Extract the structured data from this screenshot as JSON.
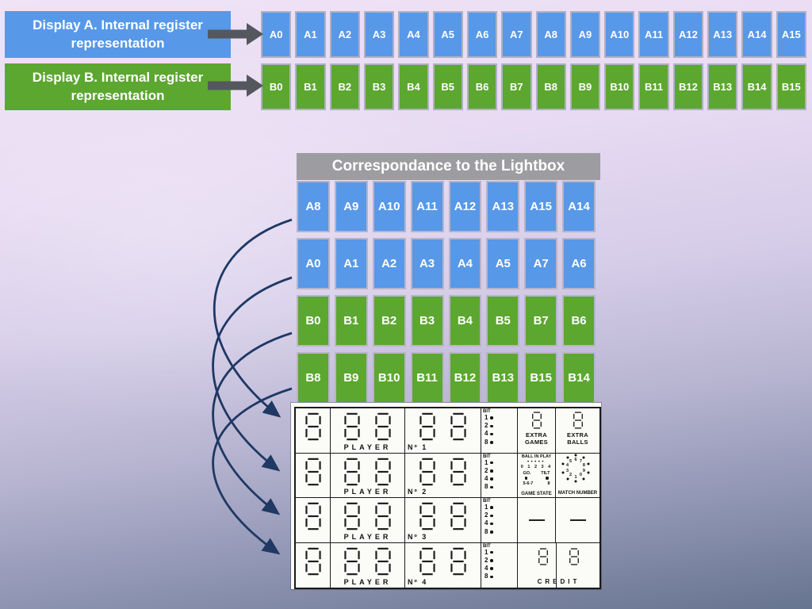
{
  "colors": {
    "blue": "#5798e8",
    "green": "#5ca72f",
    "header_gray": "#9d9da1",
    "arrow_gray": "#54585e",
    "arrow_navy": "#1f3864"
  },
  "displays": {
    "a": {
      "label": "Display A. Internal register representation",
      "cells": [
        "A0",
        "A1",
        "A2",
        "A3",
        "A4",
        "A5",
        "A6",
        "A7",
        "A8",
        "A9",
        "A10",
        "A11",
        "A12",
        "A13",
        "A14",
        "A15"
      ]
    },
    "b": {
      "label": "Display B. Internal register representation",
      "cells": [
        "B0",
        "B1",
        "B2",
        "B3",
        "B4",
        "B5",
        "B6",
        "B7",
        "B8",
        "B9",
        "B10",
        "B11",
        "B12",
        "B13",
        "B14",
        "B15"
      ]
    }
  },
  "correspondence": {
    "title": "Correspondance to the Lightbox",
    "rows": [
      {
        "color": "blue",
        "cells": [
          "A8",
          "A9",
          "A10",
          "A11",
          "A12",
          "A13",
          "A15",
          "A14"
        ]
      },
      {
        "color": "blue",
        "cells": [
          "A0",
          "A1",
          "A2",
          "A3",
          "A4",
          "A5",
          "A7",
          "A6"
        ]
      },
      {
        "color": "green",
        "cells": [
          "B0",
          "B1",
          "B2",
          "B3",
          "B4",
          "B5",
          "B7",
          "B6"
        ]
      },
      {
        "color": "green",
        "cells": [
          "B8",
          "B9",
          "B10",
          "B11",
          "B12",
          "B13",
          "B15",
          "B14"
        ]
      }
    ]
  },
  "lightbox": {
    "rows": [
      {
        "player": "PLAYER",
        "number": "Nº 1",
        "bit": {
          "header": "BIT",
          "bits": [
            "1",
            "2",
            "4",
            "8"
          ]
        },
        "extras": {
          "left_label": "EXTRA GAMES",
          "right_label": "EXTRA BALLS"
        }
      },
      {
        "player": "PLAYER",
        "number": "Nº 2",
        "bit": {
          "header": "BIT",
          "bits": [
            "1",
            "2",
            "4",
            "8"
          ]
        },
        "status": {
          "ball_in_play": "BALL IN PLAY",
          "ball_dots": "•••••",
          "ball_numbers": "0 1 2 3 4",
          "go": "GO.",
          "tilt": "TILT",
          "go_numbers": "5-6-7",
          "tilt_number": "8",
          "game_state": "GAME STATE",
          "match_label": "MATCH NUMBER",
          "match_numbers": [
            "6",
            "7",
            "8",
            "9",
            "0",
            "1",
            "2",
            "3",
            "4",
            "5"
          ]
        }
      },
      {
        "player": "PLAYER",
        "number": "Nº 3",
        "bit": {
          "header": "BIT",
          "bits": [
            "1",
            "2",
            "4",
            "8"
          ]
        }
      },
      {
        "player": "PLAYER",
        "number": "Nº 4",
        "bit": {
          "header": "BIT",
          "bits": [
            "1",
            "2",
            "4",
            "8"
          ]
        },
        "credit": {
          "label": "CREDIT"
        }
      }
    ]
  }
}
